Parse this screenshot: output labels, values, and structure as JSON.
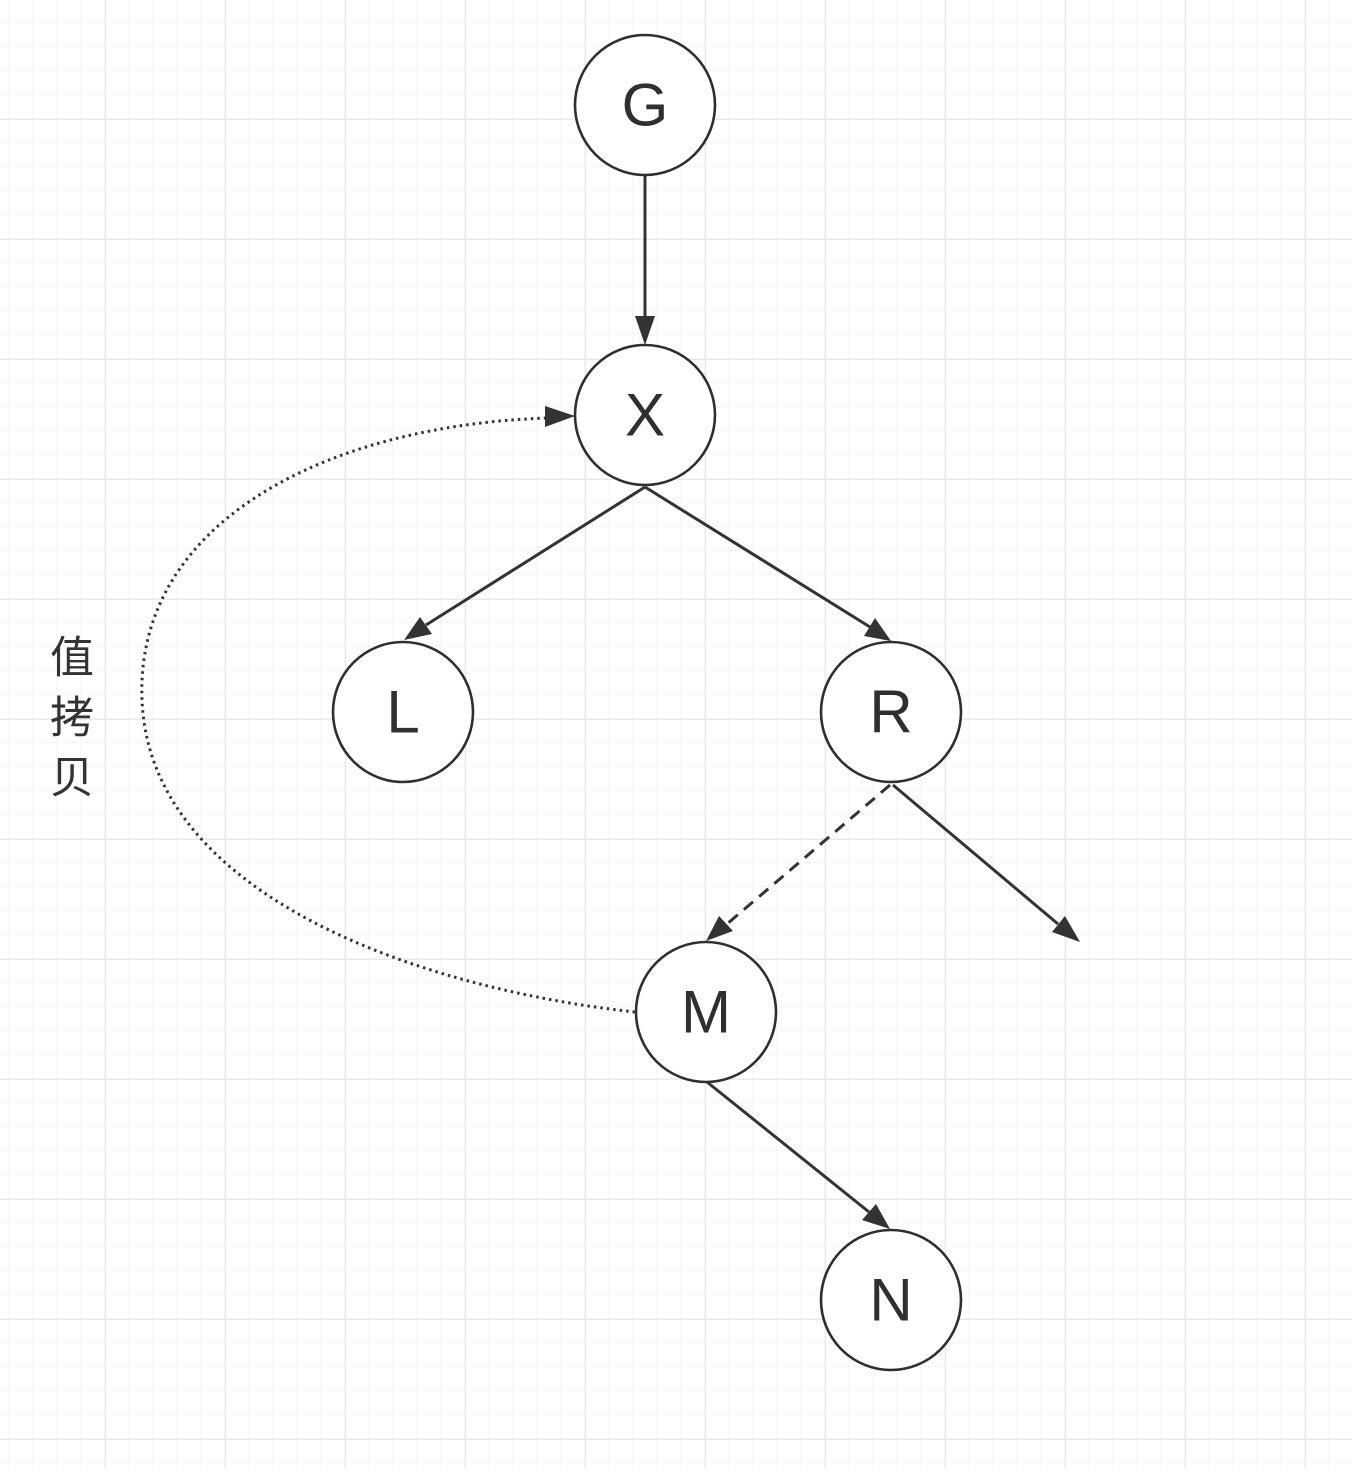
{
  "diagram": {
    "nodes": [
      {
        "id": "G",
        "label": "G"
      },
      {
        "id": "X",
        "label": "X"
      },
      {
        "id": "L",
        "label": "L"
      },
      {
        "id": "R",
        "label": "R"
      },
      {
        "id": "M",
        "label": "M"
      },
      {
        "id": "N",
        "label": "N"
      }
    ],
    "edges": [
      {
        "from": "G",
        "to": "X",
        "style": "solid"
      },
      {
        "from": "X",
        "to": "L",
        "style": "solid"
      },
      {
        "from": "X",
        "to": "R",
        "style": "solid"
      },
      {
        "from": "R",
        "to": "M",
        "style": "dashed"
      },
      {
        "from": "R",
        "to": null,
        "style": "solid"
      },
      {
        "from": "M",
        "to": "N",
        "style": "solid"
      },
      {
        "from": "M",
        "to": "X",
        "style": "dotted",
        "label": "值拷贝"
      }
    ],
    "copy_note": [
      "值",
      "拷",
      "贝"
    ],
    "colors": {
      "stroke": "#2f2f2f",
      "grid_minor": "#efefef",
      "grid_major": "#e2e2e2",
      "background": "#ffffff"
    }
  }
}
